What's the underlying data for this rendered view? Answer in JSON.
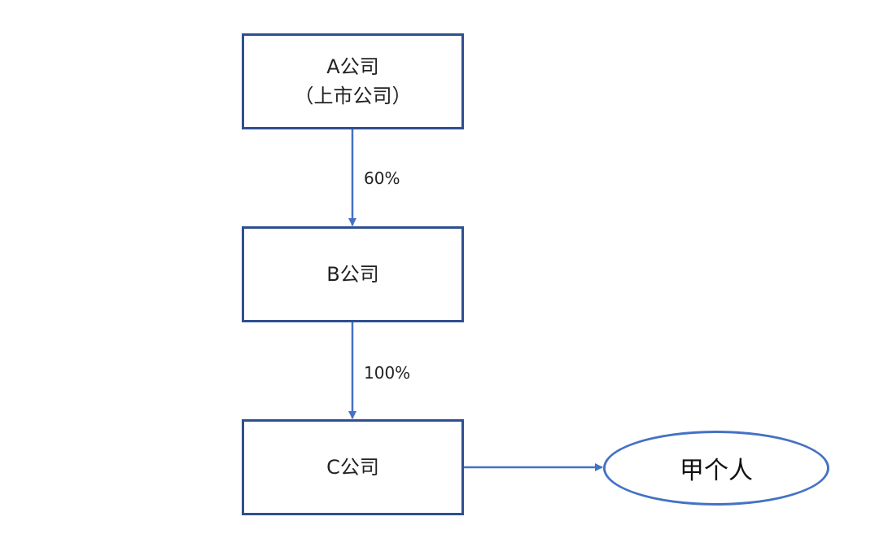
{
  "nodes": {
    "a": {
      "line1": "A公司",
      "line2": "（上市公司）"
    },
    "b": {
      "label": "B公司"
    },
    "c": {
      "label": "C公司"
    },
    "person": {
      "label": "甲个人"
    }
  },
  "edges": {
    "a_to_b": {
      "label": "60%"
    },
    "b_to_c": {
      "label": "100%"
    }
  },
  "colors": {
    "box_border": "#2f4f8f",
    "arrow": "#4472c4",
    "ellipse_border": "#4472c4"
  }
}
